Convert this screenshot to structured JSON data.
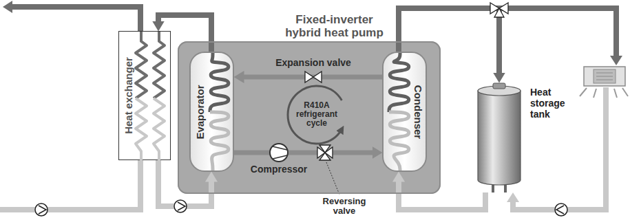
{
  "diagram": {
    "nodes": [
      {
        "text": [
          "Heat exchanger"
        ]
      },
      {
        "text": [
          "Fixed-inverter hybrid heat pump"
        ]
      },
      {
        "text": [
          "Evaporator"
        ],
        "in": 1
      },
      {
        "text": [
          "Condenser"
        ],
        "in": 1
      },
      {
        "text": [
          "Heat storage tank"
        ]
      }
    ],
    "edges": [
      {
        "from": 2,
        "to": 0,
        "arrow": "to"
      },
      {
        "from": 0,
        "to": 2,
        "arrow": "to"
      },
      {
        "from": 3,
        "to": 2,
        "arrow": "to"
      },
      {
        "from": 2,
        "to": 3,
        "arrow": "to"
      },
      {
        "from": 3,
        "to": 4,
        "arrow": "to"
      },
      {
        "from": 4,
        "to": 3,
        "arrow": "to"
      }
    ],
    "labels": [
      "Expansion valve",
      "R410A refrigerant cycle",
      "Compressor",
      "Reversing valve"
    ]
  }
}
